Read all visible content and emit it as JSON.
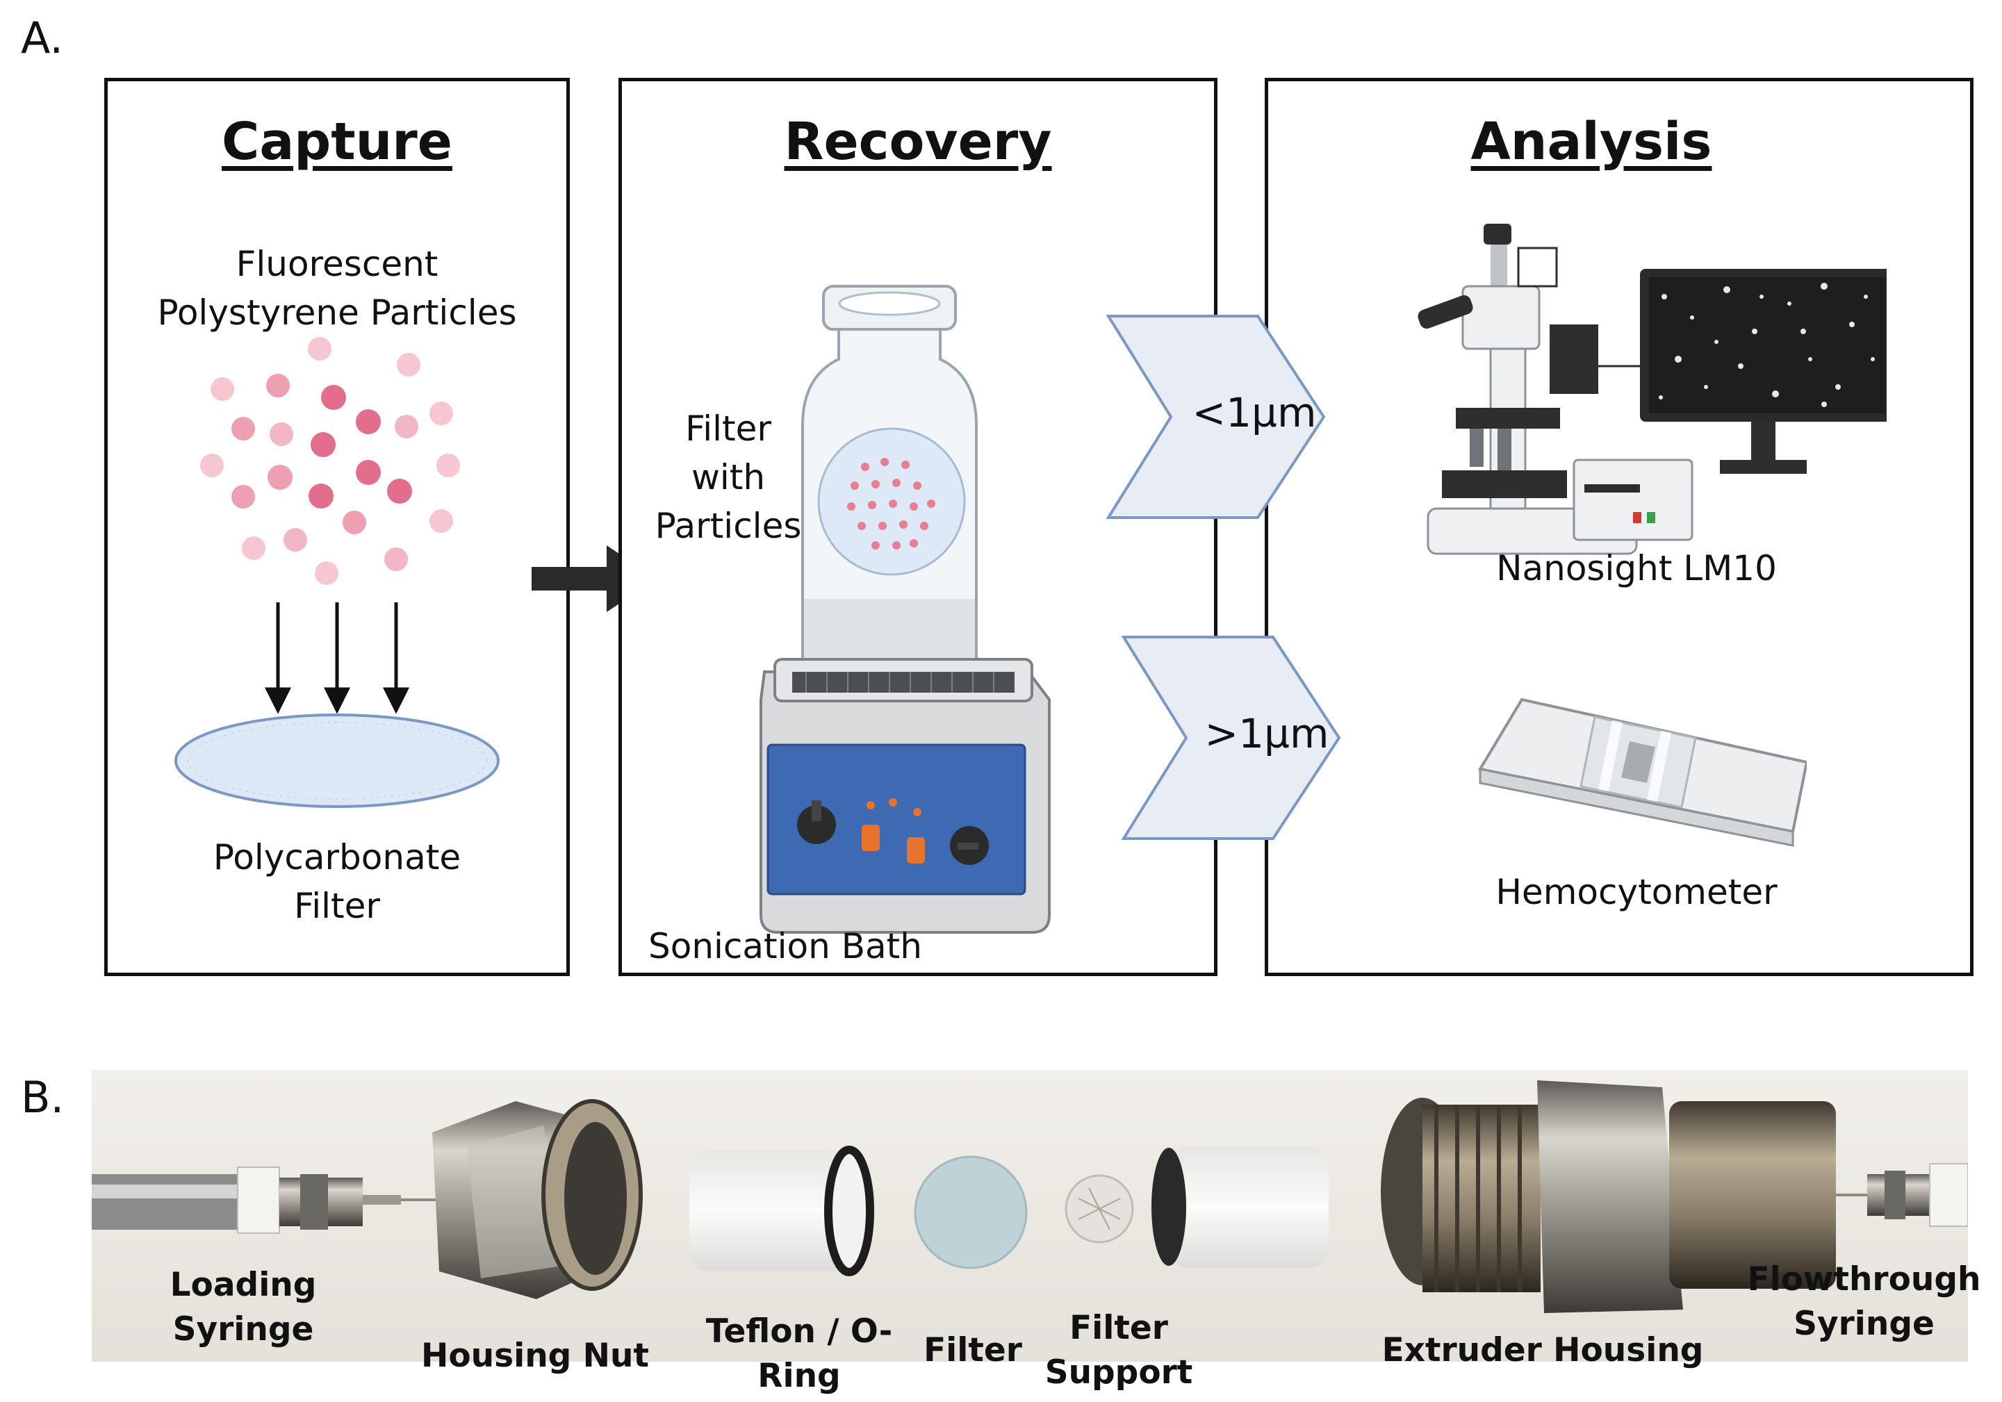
{
  "panel_a": {
    "letter": "A.",
    "capture": {
      "title": "Capture",
      "particles_label": "Fluorescent\nPolystyrene Particles",
      "filter_label": "Polycarbonate\nFilter"
    },
    "recovery": {
      "title": "Recovery",
      "vial_label": "Filter\nwith\nParticles",
      "bath_label": "Sonication Bath"
    },
    "routes": {
      "small": "<1µm",
      "large": ">1µm"
    },
    "analysis": {
      "title": "Analysis",
      "microscope_label": "Nanosight LM10",
      "hemocytometer_label": "Hemocytometer"
    }
  },
  "panel_b": {
    "letter": "B.",
    "components": {
      "loading_syringe": "Loading Syringe",
      "housing_nut": "Housing Nut",
      "teflon_oring": "Teflon / O-\nRing",
      "filter": "Filter",
      "filter_support": "Filter\nSupport",
      "extruder_housing": "Extruder Housing",
      "flowthrough_syringe": "Flowthrough\nSyringe"
    }
  }
}
